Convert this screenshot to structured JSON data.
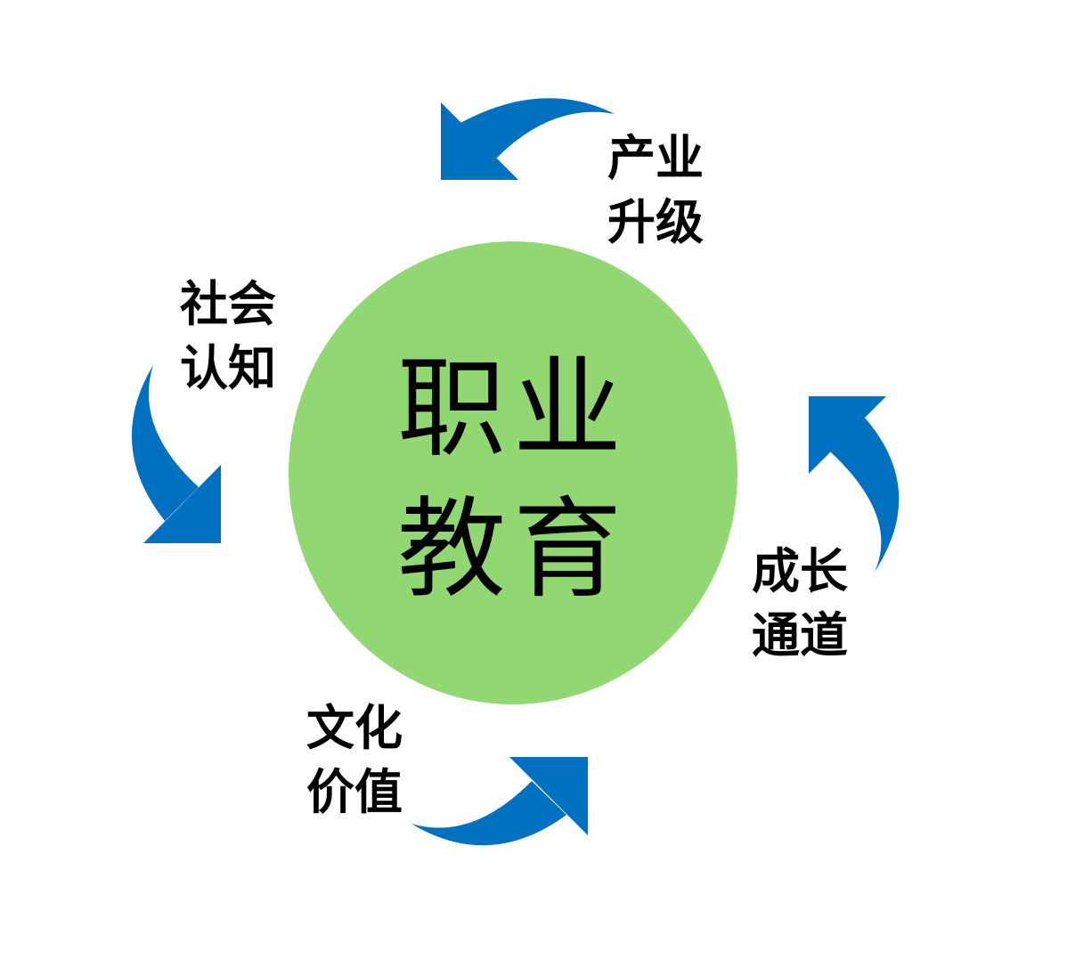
{
  "center": {
    "line1": "职业",
    "line2": "教育"
  },
  "labels": {
    "industry": {
      "line1": "产业",
      "line2": "升级"
    },
    "growth": {
      "line1": "成长",
      "line2": "通道"
    },
    "culture": {
      "line1": "文化",
      "line2": "价值"
    },
    "society": {
      "line1": "社会",
      "line2": "认知"
    }
  },
  "colors": {
    "circle": "#92D872",
    "arrow": "#0070C0"
  }
}
